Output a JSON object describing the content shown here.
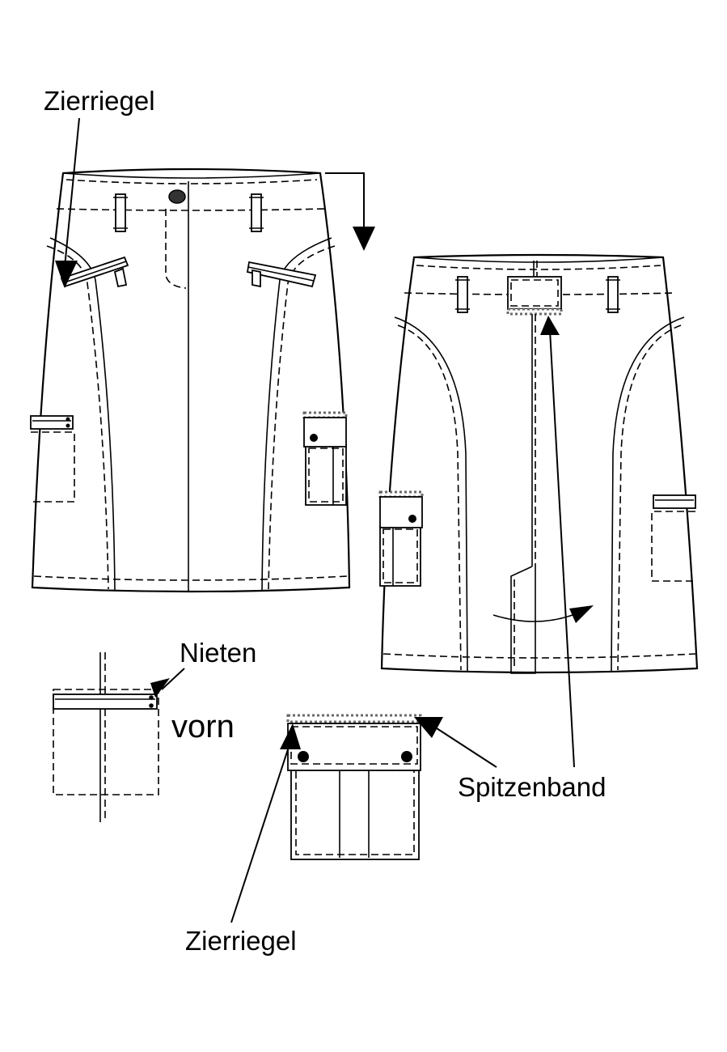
{
  "labels": {
    "zierriegel_top": "Zierriegel",
    "nieten": "Nieten",
    "vorn": "vorn",
    "spitzenband": "Spitzenband",
    "zierriegel_bottom": "Zierriegel"
  },
  "icons": {
    "direction_arrow": "down-arrow-icon"
  }
}
